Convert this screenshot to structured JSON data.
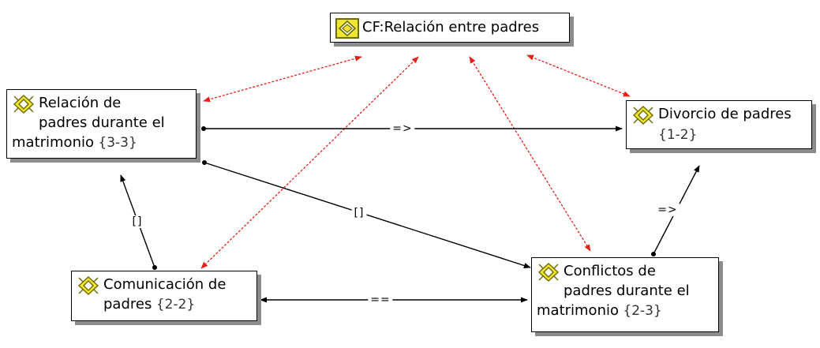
{
  "diagram": {
    "nodes": [
      {
        "id": "cf",
        "label": "CF:Relación entre padres",
        "grounding": "",
        "icon": "code-family-icon"
      },
      {
        "id": "rel",
        "label": "Relación de\npadres durante el\nmatrimonio",
        "grounding": " {3-3}",
        "icon": "code-icon"
      },
      {
        "id": "div",
        "label": "Divorcio de padres",
        "grounding": "\n{1-2}",
        "icon": "code-icon"
      },
      {
        "id": "com",
        "label": "Comunicación de\npadres",
        "grounding": " {2-2}",
        "icon": "code-icon"
      },
      {
        "id": "con",
        "label": "Conflictos de\npadres durante el\nmatrimonio",
        "grounding": " {2-3}",
        "icon": "code-icon"
      }
    ],
    "edges": [
      {
        "id": "rel-div",
        "from": "rel",
        "to": "div",
        "label": "=>",
        "style": "solid"
      },
      {
        "id": "rel-con",
        "from": "rel",
        "to": "con",
        "label": "[]",
        "style": "solid"
      },
      {
        "id": "com-rel",
        "from": "com",
        "to": "rel",
        "label": "[]",
        "style": "solid"
      },
      {
        "id": "com-con",
        "from": "com",
        "to": "con",
        "label": "==",
        "style": "solid"
      },
      {
        "id": "con-div",
        "from": "con",
        "to": "div",
        "label": "=>",
        "style": "solid"
      },
      {
        "id": "cf-rel",
        "from": "cf",
        "to": "rel",
        "label": "",
        "style": "dashed-red"
      },
      {
        "id": "cf-com",
        "from": "cf",
        "to": "com",
        "label": "",
        "style": "dashed-red"
      },
      {
        "id": "cf-con",
        "from": "cf",
        "to": "con",
        "label": "",
        "style": "dashed-red"
      },
      {
        "id": "cf-div",
        "from": "cf",
        "to": "div",
        "label": "",
        "style": "dashed-red"
      }
    ]
  },
  "colors": {
    "link": "#000000",
    "family_link": "#e8201a",
    "icon_fill": "#f2e633",
    "icon_stroke": "#6b6b00",
    "node_shadow": "#8c8c8c"
  }
}
